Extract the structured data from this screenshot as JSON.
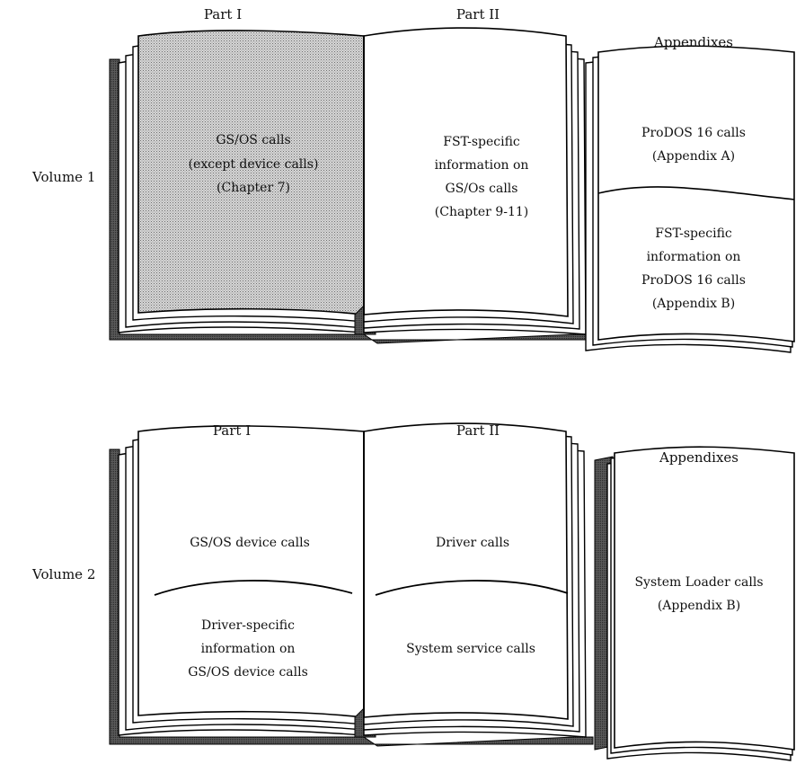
{
  "volumes": [
    {
      "label": "Volume 1",
      "parts": {
        "part1": "Part I",
        "part2": "Part II",
        "appendixes": "Appendixes"
      },
      "left_page": {
        "lines": [
          "GS/OS calls",
          "(except device calls)",
          "(Chapter 7)"
        ],
        "shaded": true
      },
      "right_page": {
        "lines": [
          "FST-specific",
          "information on",
          "GS/Os calls",
          "(Chapter 9-11)"
        ]
      },
      "appendix_top": {
        "lines": [
          "ProDOS 16 calls",
          "(Appendix A)"
        ]
      },
      "appendix_bottom": {
        "lines": [
          "FST-specific",
          "information on",
          "ProDOS 16 calls",
          "(Appendix B)"
        ]
      }
    },
    {
      "label": "Volume 2",
      "parts": {
        "part1": "Part I",
        "part2": "Part II",
        "appendixes": "Appendixes"
      },
      "left_top": {
        "lines": [
          "GS/OS device calls"
        ]
      },
      "left_bottom": {
        "lines": [
          "Driver-specific",
          "information on",
          "GS/OS device calls"
        ]
      },
      "right_top": {
        "lines": [
          "Driver calls"
        ]
      },
      "right_bottom": {
        "lines": [
          "System service calls"
        ]
      },
      "appendix": {
        "lines": [
          "System Loader calls",
          "(Appendix B)"
        ]
      }
    }
  ],
  "colors": {
    "shade": "#bdbdbd",
    "ink": "#000000",
    "shadow": "#4a4a4a"
  }
}
